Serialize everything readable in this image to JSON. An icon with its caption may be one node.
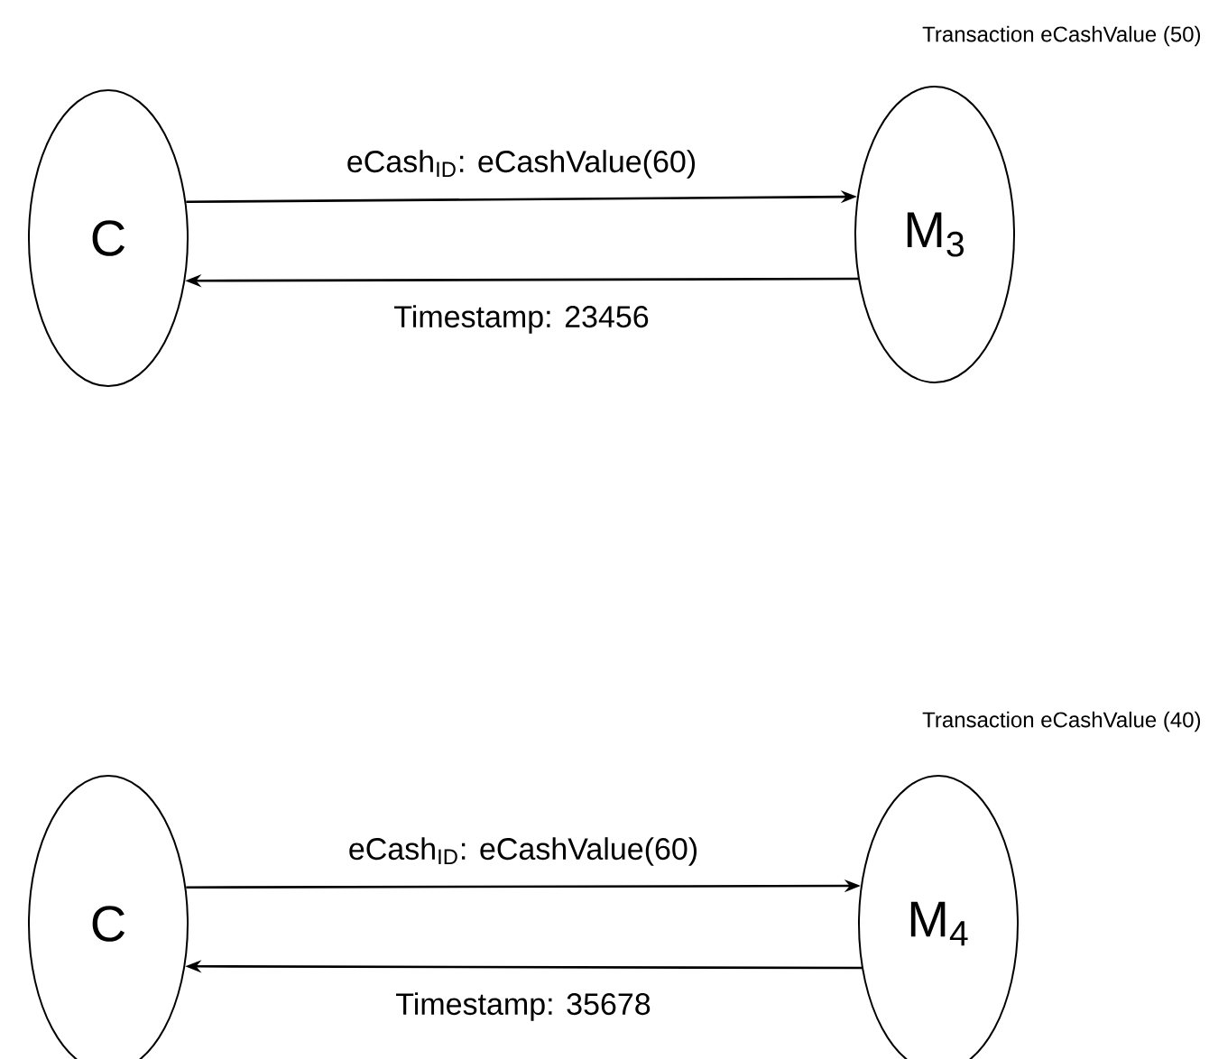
{
  "diagram": {
    "nodes": [
      {
        "text": [
          "C"
        ]
      },
      {
        "text": [
          "M$_{3}$"
        ],
        "beside": [
          "Transaction eCashValue (50)"
        ]
      },
      {
        "text": [
          "C"
        ]
      },
      {
        "text": [
          "M$_{4}$"
        ],
        "beside": [
          "Transaction eCashValue (40)"
        ]
      }
    ],
    "edges": [
      {
        "from": 0,
        "to": 1,
        "arrow": "to",
        "label": "eCash$_{ID}$: eCashValue(60)"
      },
      {
        "from": 1,
        "to": 0,
        "arrow": "to",
        "label": "Timestamp: 23456"
      },
      {
        "from": 2,
        "to": 3,
        "arrow": "to",
        "label": "eCash$_{ID}$: eCashValue(60)"
      },
      {
        "from": 3,
        "to": 2,
        "arrow": "to",
        "label": "Timestamp: 35678"
      }
    ]
  }
}
